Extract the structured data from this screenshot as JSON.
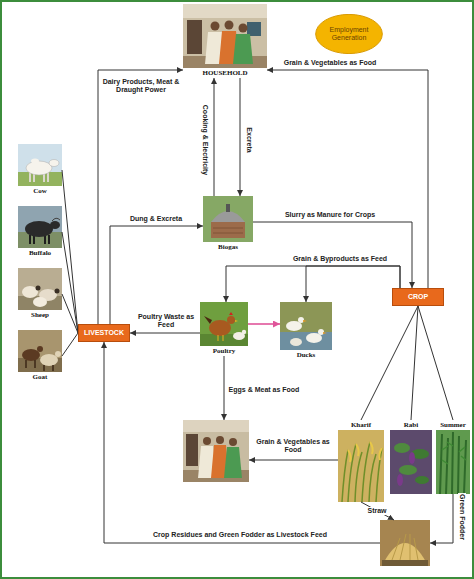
{
  "diagram": {
    "nodes": [
      {
        "text": [
          "HOUSEHOLD"
        ]
      },
      {
        "text": [
          "Employment Generation"
        ]
      },
      {
        "text": [
          "Cow"
        ]
      },
      {
        "text": [
          "Buffalo"
        ]
      },
      {
        "text": [
          "Biogas"
        ]
      },
      {
        "text": [
          "LIVESTOCK"
        ]
      },
      {
        "text": [
          "Sheep"
        ]
      },
      {
        "text": [
          "CROP"
        ]
      },
      {
        "text": [
          "Poultry"
        ]
      },
      {
        "text": [
          "Ducks"
        ]
      },
      {
        "text": [
          "Goat"
        ]
      },
      {
        "text": []
      },
      {
        "text": [
          "Kharif"
        ]
      },
      {
        "text": [
          "Rabi"
        ]
      },
      {
        "text": [
          "Summer"
        ]
      },
      {
        "text": []
      }
    ],
    "edges": [
      {
        "from": 5,
        "to": 0,
        "arrow": "to",
        "label": "Dairy Products, Meat & Draught Power"
      },
      {
        "from": 7,
        "to": 0,
        "arrow": "to",
        "label": "Grain & Vegetables as Food"
      },
      {
        "from": 4,
        "to": 0,
        "arrow": "to",
        "label": "Cooking & Electricity"
      },
      {
        "from": 0,
        "to": 4,
        "arrow": "to",
        "label": "Excreta"
      },
      {
        "from": 5,
        "to": 4,
        "arrow": "to",
        "label": "Dung & Excreta"
      },
      {
        "from": 4,
        "to": 7,
        "arrow": "to",
        "label": "Slurry as Manure for Crops"
      },
      {
        "from": 7,
        "to": 8,
        "arrow": "to",
        "label": "Grain & Byproducts as Feed"
      },
      {
        "from": 7,
        "to": 9,
        "arrow": "to"
      },
      {
        "from": 8,
        "to": 5,
        "arrow": "to",
        "label": "Poultry Waste as Feed"
      },
      {
        "from": 8,
        "to": 9,
        "arrow": "to"
      },
      {
        "from": 8,
        "to": 11,
        "arrow": "to",
        "label": "Eggs & Meat as Food"
      },
      {
        "from": 2,
        "to": 5,
        "arrow": "none"
      },
      {
        "from": 3,
        "to": 5,
        "arrow": "none"
      },
      {
        "from": 6,
        "to": 5,
        "arrow": "none"
      },
      {
        "from": 10,
        "to": 5,
        "arrow": "none"
      },
      {
        "from": 7,
        "to": 12,
        "arrow": "none"
      },
      {
        "from": 7,
        "to": 13,
        "arrow": "none"
      },
      {
        "from": 7,
        "to": 14,
        "arrow": "none"
      },
      {
        "from": 12,
        "to": 11,
        "arrow": "to",
        "label": "Grain & Vegetables as Food"
      },
      {
        "from": 12,
        "to": 15,
        "arrow": "to",
        "label": "Straw"
      },
      {
        "from": 14,
        "to": 15,
        "arrow": "to",
        "label": "Green Fodder"
      },
      {
        "from": 15,
        "to": 5,
        "arrow": "to",
        "label": "Crop Residues and Green Fodder as Livestock Feed"
      }
    ]
  }
}
